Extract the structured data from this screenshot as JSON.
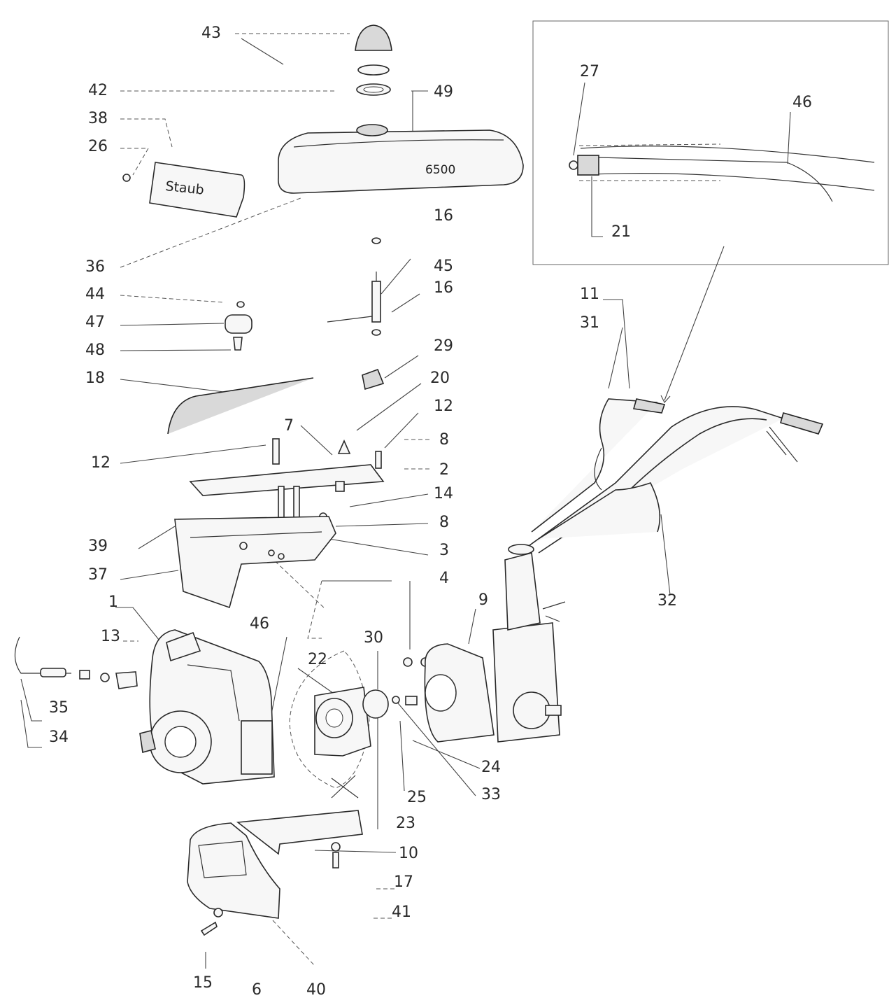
{
  "diagram": {
    "tank_brand": "Staub",
    "tank_model": "6500",
    "labels": [
      {
        "id": "43",
        "text": "43"
      },
      {
        "id": "42",
        "text": "42"
      },
      {
        "id": "49",
        "text": "49"
      },
      {
        "id": "38",
        "text": "38"
      },
      {
        "id": "26",
        "text": "26"
      },
      {
        "id": "27",
        "text": "27"
      },
      {
        "id": "46a",
        "text": "46"
      },
      {
        "id": "21",
        "text": "21"
      },
      {
        "id": "16a",
        "text": "16"
      },
      {
        "id": "36",
        "text": "36"
      },
      {
        "id": "45",
        "text": "45"
      },
      {
        "id": "16b",
        "text": "16"
      },
      {
        "id": "44",
        "text": "44"
      },
      {
        "id": "47",
        "text": "47"
      },
      {
        "id": "48",
        "text": "48"
      },
      {
        "id": "29",
        "text": "29"
      },
      {
        "id": "11",
        "text": "11"
      },
      {
        "id": "31",
        "text": "31"
      },
      {
        "id": "18",
        "text": "18"
      },
      {
        "id": "20",
        "text": "20"
      },
      {
        "id": "12a",
        "text": "12"
      },
      {
        "id": "7",
        "text": "7"
      },
      {
        "id": "8a",
        "text": "8"
      },
      {
        "id": "12b",
        "text": "12"
      },
      {
        "id": "2",
        "text": "2"
      },
      {
        "id": "14",
        "text": "14"
      },
      {
        "id": "8b",
        "text": "8"
      },
      {
        "id": "39",
        "text": "39"
      },
      {
        "id": "3",
        "text": "3"
      },
      {
        "id": "37",
        "text": "37"
      },
      {
        "id": "4",
        "text": "4"
      },
      {
        "id": "32",
        "text": "32"
      },
      {
        "id": "1",
        "text": "1"
      },
      {
        "id": "9",
        "text": "9"
      },
      {
        "id": "46b",
        "text": "46"
      },
      {
        "id": "30",
        "text": "30"
      },
      {
        "id": "13",
        "text": "13"
      },
      {
        "id": "22",
        "text": "22"
      },
      {
        "id": "35",
        "text": "35"
      },
      {
        "id": "34",
        "text": "34"
      },
      {
        "id": "24",
        "text": "24"
      },
      {
        "id": "33",
        "text": "33"
      },
      {
        "id": "25",
        "text": "25"
      },
      {
        "id": "23",
        "text": "23"
      },
      {
        "id": "10",
        "text": "10"
      },
      {
        "id": "17",
        "text": "17"
      },
      {
        "id": "41",
        "text": "41"
      },
      {
        "id": "15",
        "text": "15"
      },
      {
        "id": "6",
        "text": "6"
      },
      {
        "id": "40",
        "text": "40"
      }
    ]
  }
}
